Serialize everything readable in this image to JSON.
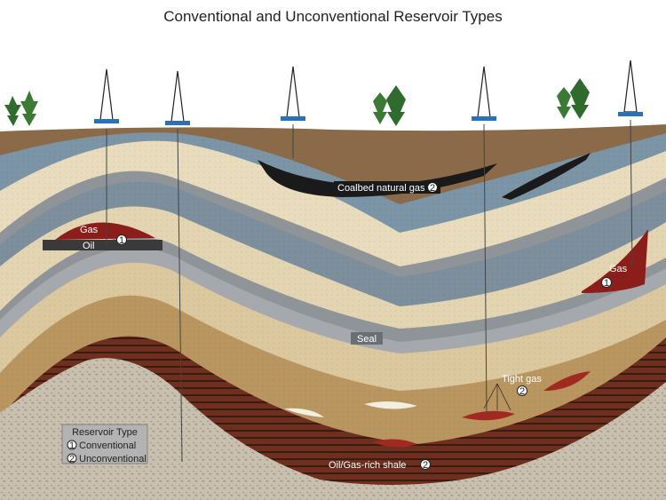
{
  "title": "Conventional and Unconventional Reservoir Types",
  "labels": {
    "coalbed": "Coalbed natural gas",
    "gas_left": "Gas",
    "oil_left": "Oil",
    "gas_right": "Gas",
    "seal": "Seal",
    "tight_gas": "Tight gas",
    "shale": "Oil/Gas-rich shale"
  },
  "markers": {
    "conventional": "1",
    "unconventional": "2"
  },
  "legend": {
    "title": "Reservoir Type",
    "items": [
      {
        "num": "1",
        "label": "Conventional"
      },
      {
        "num": "2",
        "label": "Unconventional"
      }
    ]
  },
  "colors": {
    "sky": "#ffffff",
    "topsoil": "#8a6a48",
    "blue_layer": "#7b94a6",
    "cream_layer": "#e9dcbc",
    "gray_seal": "#8f9499",
    "tan_layer": "#b9965f",
    "shale": "#7a3a26",
    "basement": "#c8bca8",
    "gas": "#8b1e1a",
    "coal": "#1a1a1a"
  }
}
